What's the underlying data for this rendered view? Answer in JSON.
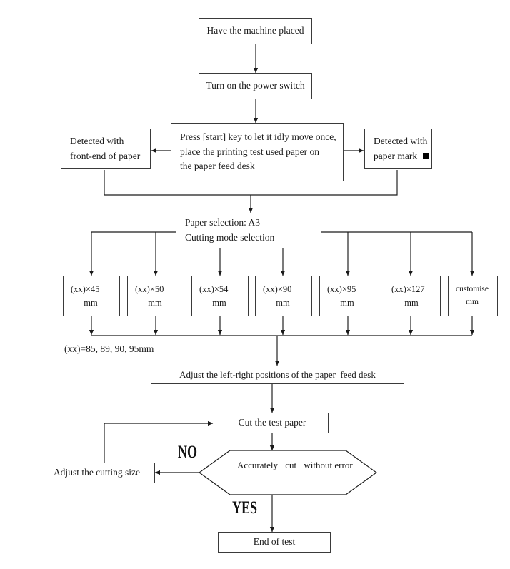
{
  "diagram": {
    "title": "Machine cutting test procedure flowchart",
    "type": "flowchart",
    "nodes": {
      "start": {
        "label": "Have the machine placed"
      },
      "power": {
        "label": "Turn on the power switch"
      },
      "press": {
        "line1": "Press [start] key to let it idly move once,",
        "line2": "place the printing test used paper on",
        "line3": "the paper feed desk"
      },
      "detect_front": {
        "line1": "Detected with",
        "line2": "front-end of paper"
      },
      "detect_mark": {
        "line1": "Detected with",
        "line2": "paper mark"
      },
      "selection": {
        "line1": "Paper selection: A3",
        "line2": "Cutting mode selection"
      },
      "adjust_lr": {
        "label": "Adjust the left-right positions of the paper  feed desk"
      },
      "cut_test": {
        "label": "Cut the test paper"
      },
      "decision": {
        "line1": "Accurately   cut   without",
        "line2": "error"
      },
      "adjust_size": {
        "label": "Adjust the cutting size"
      },
      "end": {
        "label": "End of test"
      }
    },
    "size_options": [
      {
        "line1": "(xx)×45",
        "line2": "mm"
      },
      {
        "line1": "(xx)×50",
        "line2": "mm"
      },
      {
        "line1": "(xx)×54",
        "line2": "mm"
      },
      {
        "line1": "(xx)×90",
        "line2": "mm"
      },
      {
        "line1": "(xx)×95",
        "line2": "mm"
      },
      {
        "line1": "(xx)×127",
        "line2": "mm"
      },
      {
        "line1": "customise",
        "line2": "mm"
      }
    ],
    "notes": {
      "xx_legend": "(xx)=85, 89, 90, 95mm"
    },
    "branch_labels": {
      "no": "NO",
      "yes": "YES"
    },
    "colors": {
      "stroke": "#3a3a3a",
      "wire": "#1a1a1a",
      "text": "#1a1a1a",
      "background": "#ffffff"
    }
  }
}
